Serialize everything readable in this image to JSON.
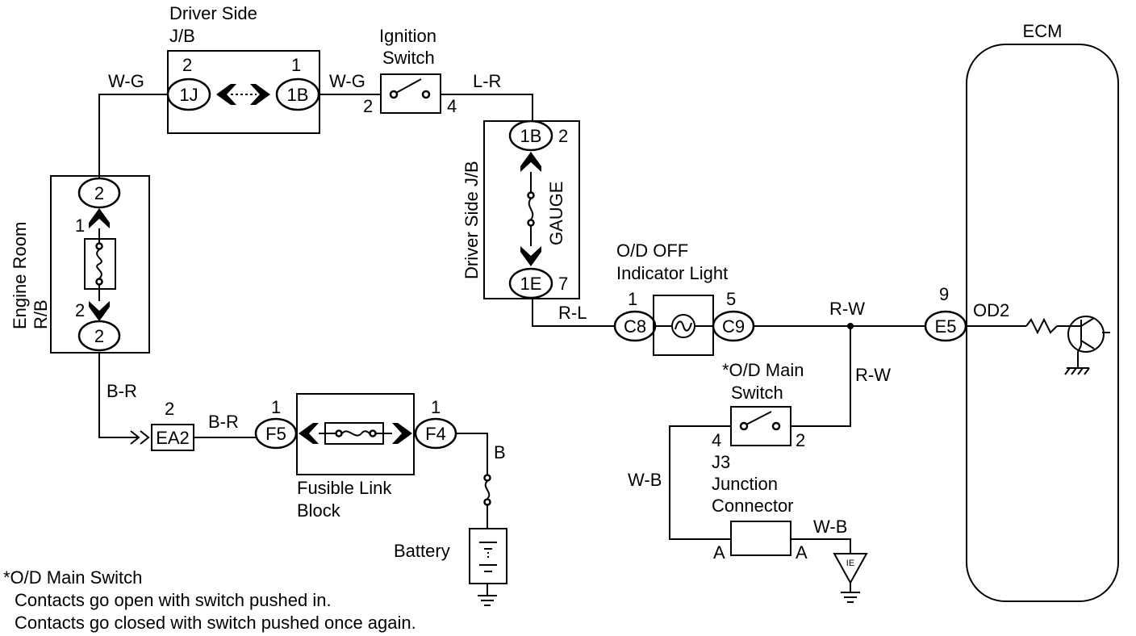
{
  "diagram": {
    "blocks": {
      "driver_side_jb_top": {
        "line1": "Driver Side",
        "line2": "J/B"
      },
      "ignition_switch": {
        "line1": "Ignition",
        "line2": "Switch"
      },
      "engine_room_rb": {
        "line1": "Engine Room",
        "line2": "R/B"
      },
      "driver_side_jb_gauge": {
        "label": "Driver Side J/B",
        "fuse": "GAUGE"
      },
      "od_off_light": {
        "line1": "O/D OFF",
        "line2": "Indicator Light"
      },
      "od_main_switch": {
        "line1": "*O/D Main",
        "line2": "Switch"
      },
      "junction_connector": {
        "line1": "J3",
        "line2": "Junction",
        "line3": "Connector"
      },
      "fusible_link_block": {
        "line1": "Fusible Link",
        "line2": "Block"
      },
      "battery": {
        "label": "Battery"
      },
      "ecm": {
        "label": "ECM"
      }
    },
    "connectors": {
      "c1J": "1J",
      "c1B_top": "1B",
      "c1B_gauge": "1B",
      "c1E": "1E",
      "rb_top": "2",
      "rb_bottom": "2",
      "c8": "C8",
      "c9": "C9",
      "e5": "E5",
      "ea2": "EA2",
      "f5": "F5",
      "f4": "F4",
      "ie": "IE"
    },
    "pins": {
      "jb_1j": "2",
      "jb_1b": "1",
      "ign_in": "2",
      "ign_out": "4",
      "gauge_in": "2",
      "gauge_out": "7",
      "rb_in": "1",
      "rb_out": "2",
      "c8": "1",
      "c9": "5",
      "e5": "9",
      "ea2": "2",
      "f5": "1",
      "f4": "1",
      "sw_left": "4",
      "sw_right": "2",
      "j3_left": "A",
      "j3_right": "A"
    },
    "wires": {
      "wg_left": "W-G",
      "wg_right": "W-G",
      "lr": "L-R",
      "rl": "R-L",
      "rw_top": "R-W",
      "rw_vert": "R-W",
      "br_vert": "B-R",
      "br_horiz": "B-R",
      "b": "B",
      "wb_left": "W-B",
      "wb_right": "W-B"
    },
    "ecm_pin": "OD2",
    "footnote": {
      "title": "*O/D Main Switch",
      "line1": "Contacts go open with switch pushed in.",
      "line2": "Contacts go closed with switch pushed once again."
    }
  }
}
